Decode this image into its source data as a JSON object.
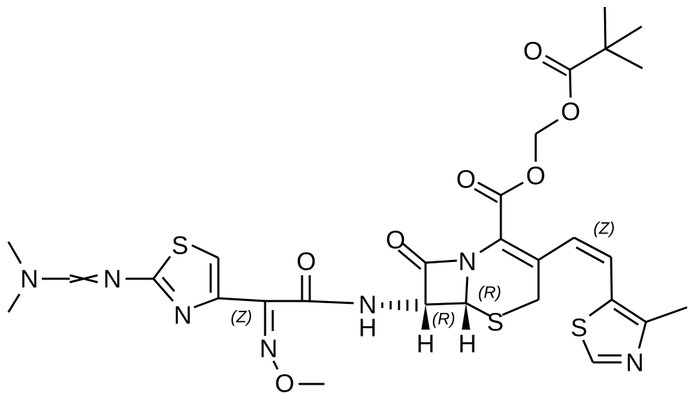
{
  "diagram": {
    "type": "chemical-structure",
    "atoms": {
      "n_dimethyl": "N",
      "n_imine": "N",
      "s_aminothiazole": "S",
      "n_aminothiazole": "N",
      "n_oxime": "N",
      "o_oxime": "O",
      "o_amide": "O",
      "nh_amide_n": "N",
      "nh_amide_h": "H",
      "o_lactam": "O",
      "n_lactam": "N",
      "s_dihydrothiazine": "S",
      "h_c7": "H",
      "h_c6": "H",
      "o_carboxyl_dbl": "O",
      "o_carboxyl_ester": "O",
      "o_pivaloyl_ester": "O",
      "o_pivaloyl_dbl": "O",
      "s_methylthiazole": "S",
      "n_methylthiazole": "N"
    },
    "stereo_labels": {
      "oxime_z": "(Z)",
      "c7_r": "(R)",
      "c6_r": "(R)",
      "vinyl_z": "(Z)"
    }
  }
}
